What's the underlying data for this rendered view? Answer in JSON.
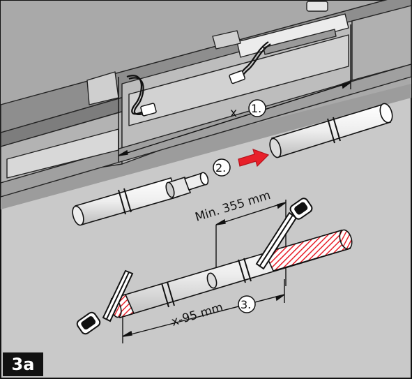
{
  "figure": {
    "badge": "3a",
    "labels": {
      "x": "x",
      "min_length": "Min. 355 mm",
      "cut_length": "x-95 mm"
    },
    "steps": [
      "1.",
      "2.",
      "3."
    ],
    "colors": {
      "background_upper": "#a6a6a6",
      "background_lower": "#c9c9c9",
      "rail_dark": "#8f8f8f",
      "rail_mid": "#b4b4b4",
      "rail_light": "#dcdcdc",
      "tube_fill": "#f2f2f2",
      "cut_hatch": "#e8202a",
      "arrow": "#e8202a",
      "outline": "#111111"
    }
  }
}
